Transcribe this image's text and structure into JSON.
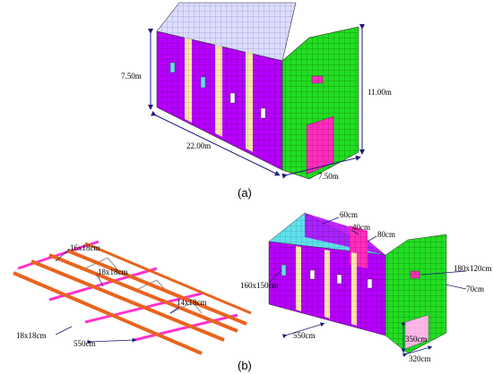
{
  "figure": {
    "panel_a": {
      "caption": "(a)",
      "labels": {
        "height_left": "7.50m",
        "length": "22.00m",
        "gable_height": "11.00m",
        "width": "7.50m"
      }
    },
    "panel_b": {
      "caption": "(b)",
      "roof_labels": {
        "beam1": "16x18cm",
        "beam2": "18x18cm",
        "beam3": "14x18cm",
        "beam4": "18x18cm",
        "spacing": "550cm"
      },
      "building_labels": {
        "t60": "60cm",
        "t40": "40cm",
        "t80": "80cm",
        "window": "160x150cm",
        "opening": "180x120cm",
        "wall70": "70cm",
        "span550": "550cm",
        "door_h": "350cm",
        "door_w": "320cm"
      }
    },
    "colors": {
      "wall_purple": "#b700ff",
      "gable_green": "#22dd22",
      "pilaster": "#ffe8b0",
      "roof": "#dcdcff",
      "beam_orange": "#e8641e",
      "beam_pink": "#ff33cc",
      "mesh_cyan": "#5fe0ea"
    }
  }
}
